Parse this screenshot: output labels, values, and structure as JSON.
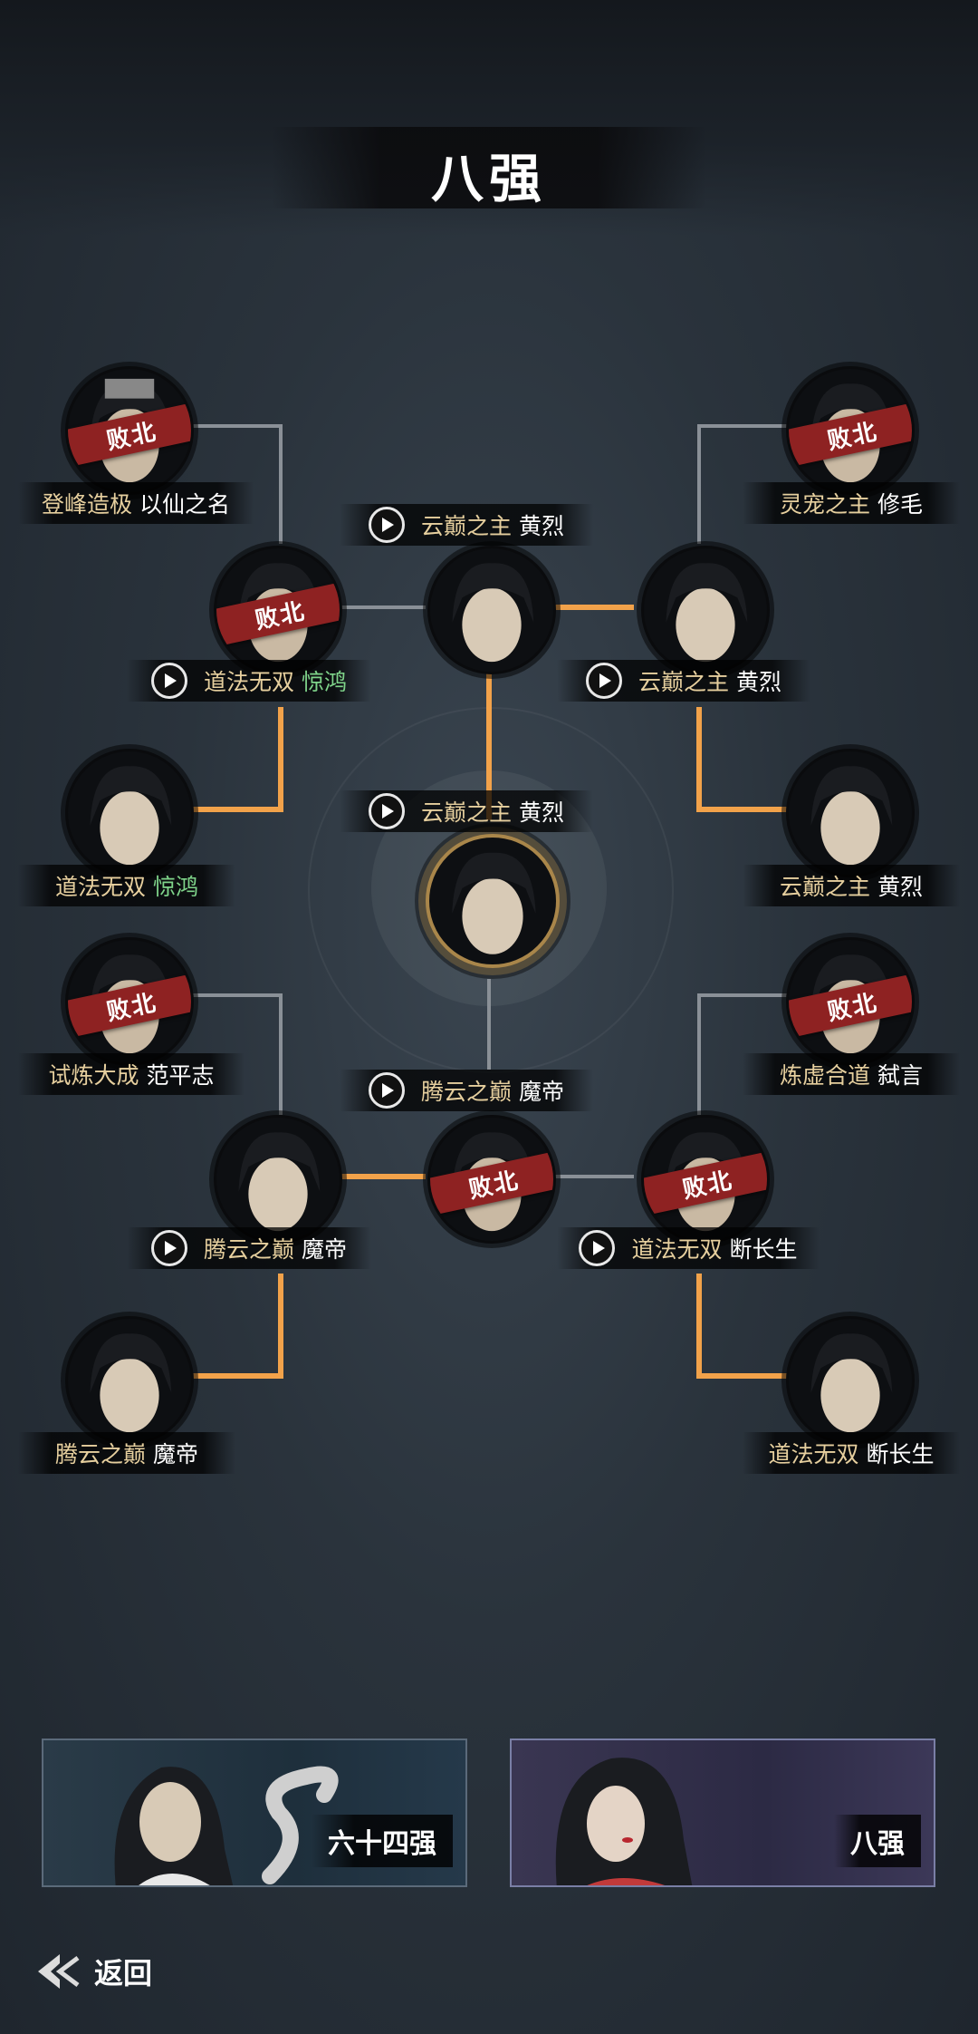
{
  "header": {
    "title": "八强"
  },
  "labels": {
    "l1": {
      "title": "登峰造极",
      "name": "以仙之名"
    },
    "l2": {
      "title": "灵宠之主",
      "name": "修毛"
    },
    "m1": {
      "title": "云巅之主",
      "name": "黄烈"
    },
    "m2": {
      "title": "道法无双",
      "name": "惊鸿"
    },
    "m3": {
      "title": "云巅之主",
      "name": "黄烈"
    },
    "l3": {
      "title": "道法无双",
      "name": "惊鸿"
    },
    "l4": {
      "title": "云巅之主",
      "name": "黄烈"
    },
    "champ": {
      "title": "云巅之主",
      "name": "黄烈"
    },
    "l5": {
      "title": "试炼大成",
      "name": "范平志"
    },
    "l6": {
      "title": "炼虚合道",
      "name": "弑言"
    },
    "m4": {
      "title": "腾云之巅",
      "name": "魔帝"
    },
    "m5": {
      "title": "腾云之巅",
      "name": "魔帝"
    },
    "m6": {
      "title": "道法无双",
      "name": "断长生"
    },
    "l7": {
      "title": "腾云之巅",
      "name": "魔帝"
    },
    "l8": {
      "title": "道法无双",
      "name": "断长生"
    }
  },
  "defeat_text": "败北",
  "tabs": {
    "left": "六十四强",
    "right": "八强"
  },
  "back_label": "返回",
  "colors": {
    "winner_line": "#f2a24a",
    "loser_line": "#8a9097",
    "defeat_band": "#8e2222",
    "title_gold": "#e6cf9e",
    "green_name": "#7fd48a"
  }
}
